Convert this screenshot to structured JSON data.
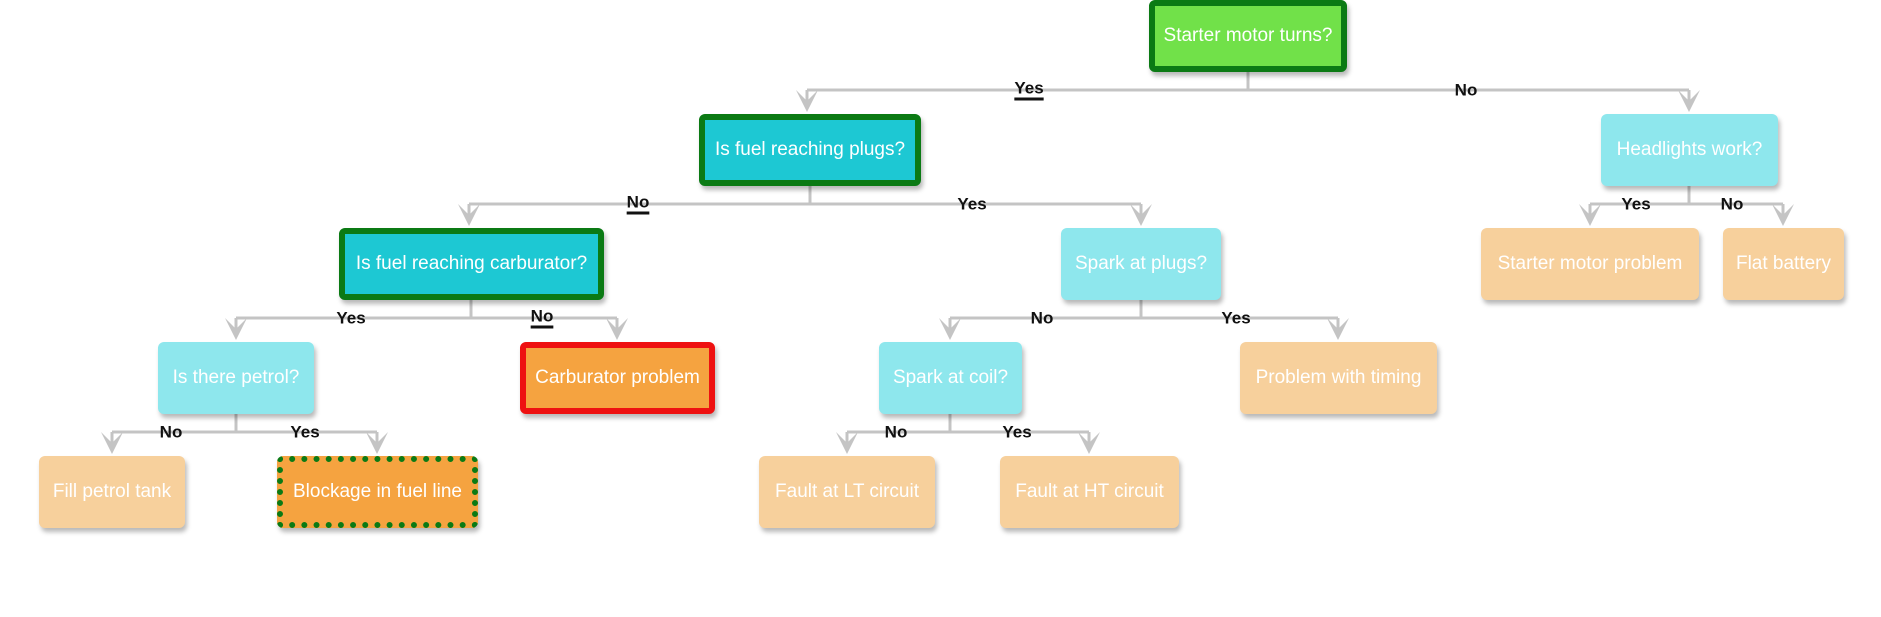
{
  "colors": {
    "root": "#71e149",
    "question_on_path": "#1dc8d3",
    "question": "#8ee7ed",
    "answer": "#f7d09c",
    "answer_selected": "#f5a340",
    "path_border": "#0b7a14",
    "wrong_border": "#ee1111",
    "edge": "#c4c4c4"
  },
  "nodes": {
    "starter": "Starter motor turns?",
    "fuel_plugs": "Is fuel reaching plugs?",
    "headlights": "Headlights work?",
    "fuel_carb": "Is fuel reaching carburator?",
    "spark_plugs": "Spark at plugs?",
    "starter_problem": "Starter motor problem",
    "flat_battery": "Flat battery",
    "petrol": "Is there petrol?",
    "carb_problem": "Carburator problem",
    "spark_coil": "Spark at coil?",
    "timing": "Problem with timing",
    "fill_tank": "Fill petrol tank",
    "blockage": "Blockage in fuel line",
    "lt_fault": "Fault at LT circuit",
    "ht_fault": "Fault at HT circuit"
  },
  "edge_labels": {
    "starter_yes": "Yes",
    "starter_no": "No",
    "fuel_plugs_no": "No",
    "fuel_plugs_yes": "Yes",
    "headlights_yes": "Yes",
    "headlights_no": "No",
    "fuel_carb_yes": "Yes",
    "fuel_carb_no": "No",
    "spark_plugs_no": "No",
    "spark_plugs_yes": "Yes",
    "petrol_no": "No",
    "petrol_yes": "Yes",
    "spark_coil_no": "No",
    "spark_coil_yes": "Yes"
  }
}
